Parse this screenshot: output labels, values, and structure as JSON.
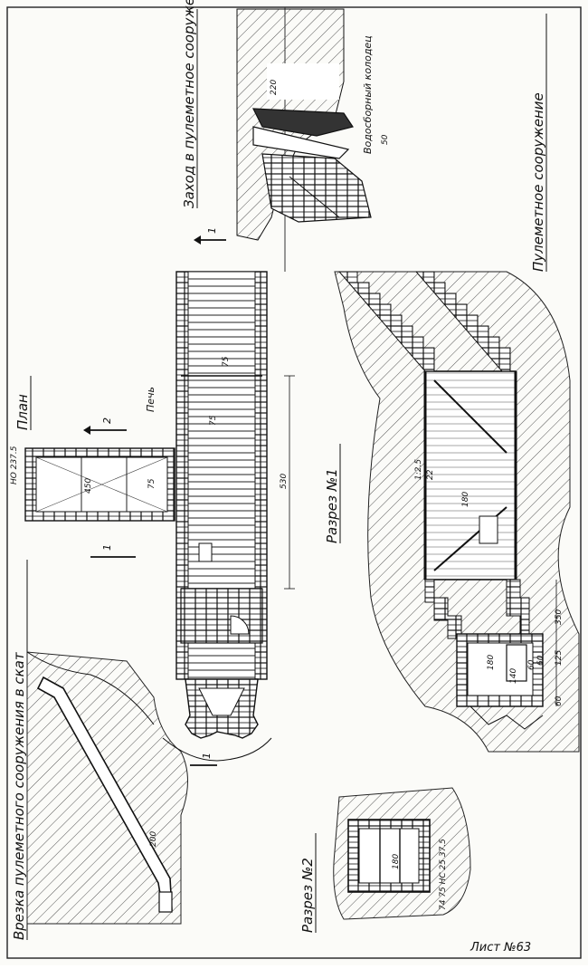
{
  "drawing": {
    "title": "Врезка пулеметного сооружения в скат",
    "sheet_number": "Лист №63",
    "views": {
      "plan": "План",
      "section1": "Разрез №1",
      "section2": "Разрез №2",
      "entrance": "Заход в пулеметное сооружение.",
      "machinegun": "Пулеметное сооружение"
    },
    "labels": {
      "stove": "Печь",
      "drain_well": "Водосборный колодец",
      "arrow1": "1",
      "arrow2": "2"
    },
    "dimensions": {
      "plan_width": "450",
      "plan_length": "530",
      "plan_height": "НО 237.5",
      "plan_small_75a": "75",
      "plan_small_75b": "75",
      "plan_small_75c": "75",
      "sec1_height": "180",
      "sec1_height2": "180",
      "sec1_slope": "1:2.5",
      "sec1_sub1": "125",
      "sec1_sub2": "350",
      "sec1_sub3": "60",
      "sec1_sub4": "140",
      "sec1_sub5": "60",
      "sec1_sub6": "60",
      "sec1_sub7": "22",
      "sec2_height": "180",
      "sec2_dims": "74 75 НС 25 37.5",
      "entrance_width": "220",
      "entrance_50": "50",
      "slope_dim": "200"
    }
  }
}
